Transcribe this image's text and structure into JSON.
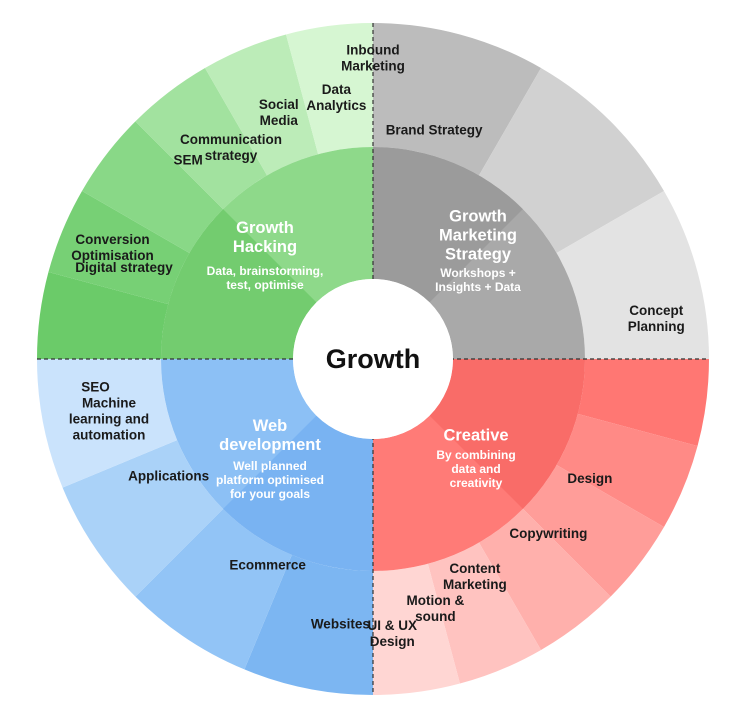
{
  "center": {
    "label": "Growth"
  },
  "quadrants": [
    {
      "id": "growth-hacking",
      "title": [
        "Growth",
        "Hacking"
      ],
      "subtitle": [
        "Data, brainstorming,",
        "test, optimise"
      ],
      "inner_color": "#8ed98a",
      "inner_dark": "#5cc15a",
      "segment_colors": [
        "#6bcb69",
        "#77d075",
        "#89d887",
        "#a2e29f",
        "#bcecb8",
        "#d6f6d2"
      ],
      "segments": [
        [
          "SEO"
        ],
        [
          "Conversion",
          "Optimisation"
        ],
        [
          "SEM"
        ],
        [
          "Social",
          "Media"
        ],
        [
          "Data",
          "Analytics"
        ],
        [
          "Inbound",
          "Marketing"
        ]
      ]
    },
    {
      "id": "growth-marketing-strategy",
      "title": [
        "Growth",
        "Marketing",
        "Strategy"
      ],
      "subtitle": [
        "Workshops +",
        "Insights + Data"
      ],
      "inner_color": "#a9a9a9",
      "inner_dark": "#8f8f8f",
      "segment_colors": [
        "#bcbcbc",
        "#d1d1d1",
        "#e3e3e3"
      ],
      "segments": [
        [
          "Brand Strategy"
        ],
        [
          "Communication",
          "strategy"
        ],
        [
          "Digital strategy"
        ]
      ]
    },
    {
      "id": "creative",
      "title": [
        "Creative"
      ],
      "subtitle": [
        "By combining",
        "data and",
        "creativity"
      ],
      "inner_color": "#ff7b77",
      "inner_dark": "#f4605c",
      "segment_colors": [
        "#ff7773",
        "#ff8a86",
        "#ff9d99",
        "#ffb0ac",
        "#ffc3c0",
        "#ffd6d3"
      ],
      "segments": [
        [
          "Concept",
          "Planning"
        ],
        [
          "Design"
        ],
        [
          "Copywriting"
        ],
        [
          "Content",
          "Marketing"
        ],
        [
          "Motion &",
          "sound"
        ],
        [
          "UI & UX",
          "Design"
        ]
      ]
    },
    {
      "id": "web-development",
      "title": [
        "Web",
        "development"
      ],
      "subtitle": [
        "Well planned",
        "platform optimised",
        "for your goals"
      ],
      "inner_color": "#8cc0f5",
      "inner_dark": "#6aa8ee",
      "segment_colors": [
        "#7cb6f2",
        "#92c4f6",
        "#aad2f8",
        "#cae3fc"
      ],
      "segments": [
        [
          "Websites"
        ],
        [
          "Ecommerce"
        ],
        [
          "Applications"
        ],
        [
          "Machine",
          "learning and",
          "automation"
        ]
      ]
    }
  ]
}
